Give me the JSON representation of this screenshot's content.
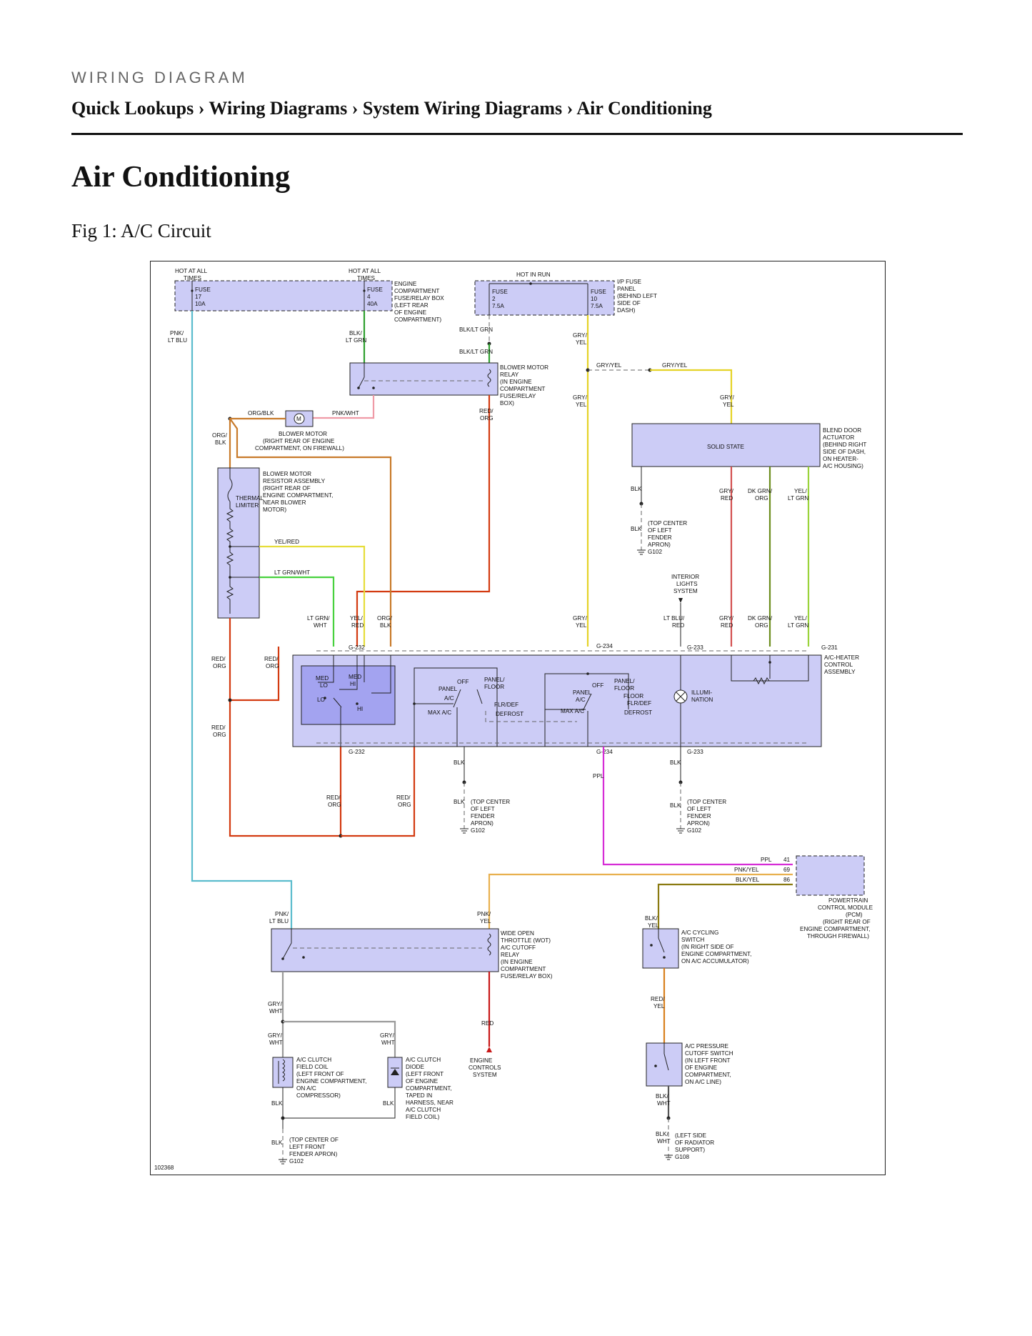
{
  "header": {
    "label": "WIRING DIAGRAM",
    "breadcrumb": "Quick Lookups › Wiring Diagrams › System Wiring Diagrams › Air Conditioning"
  },
  "page": {
    "title": "Air Conditioning",
    "figure_caption": "Fig 1: A/C Circuit"
  },
  "diagram": {
    "figure_id": "102368",
    "supply": {
      "hot_at_all_times": "HOT AT ALL",
      "times": "TIMES",
      "hot_in_run": "HOT IN RUN",
      "fuse_word": "FUSE",
      "fuse17": "17",
      "fuse17_rating": "10A",
      "fuse4": "4",
      "fuse4_rating": "40A",
      "fuse2": "2",
      "fuse2_rating": "7.5A",
      "fuse10": "10",
      "fuse10_rating": "7.5A",
      "engine_box": [
        "ENGINE",
        "COMPARTMENT",
        "FUSE/RELAY BOX",
        "(LEFT REAR",
        "OF ENGINE",
        "COMPARTMENT)"
      ],
      "ip_panel": [
        "I/P FUSE",
        "PANEL",
        "(BEHIND LEFT",
        "SIDE OF",
        "DASH)"
      ]
    },
    "wires": {
      "pnk_ltblu": [
        "PNK/",
        "LT BLU"
      ],
      "blk_ltgrn": [
        "BLK/",
        "LT GRN"
      ],
      "blk_ltgrn_inline": "BLK/LT GRN",
      "gry_yel": [
        "GRY/",
        "YEL"
      ],
      "gry_yel_inline": "GRY/YEL",
      "red_org": [
        "RED/",
        "ORG"
      ],
      "org_blk_inline": "ORG/BLK",
      "org_blk": [
        "ORG/",
        "BLK"
      ],
      "pnk_wht_inline": "PNK/WHT",
      "yel_red_inline": "YEL/RED",
      "yel_red": [
        "YEL/",
        "RED"
      ],
      "ltgrn_wht_inline": "LT GRN/WHT",
      "ltgrn_wht": [
        "LT GRN/",
        "WHT"
      ],
      "blk": "BLK",
      "gry_red": [
        "GRY/",
        "RED"
      ],
      "dkgrn_org": [
        "DK GRN/",
        "ORG"
      ],
      "yel_ltgrn": [
        "YEL/",
        "LT GRN"
      ],
      "ltblu_red": [
        "LT BLU/",
        "RED"
      ],
      "ppl": "PPL",
      "pnk_yel": [
        "PNK/",
        "YEL"
      ],
      "pnk_yel_inline": "PNK/YEL",
      "blk_yel": [
        "BLK/",
        "YEL"
      ],
      "blk_yel_inline": "BLK/YEL",
      "gry_wht": [
        "GRY/",
        "WHT"
      ],
      "red": "RED",
      "red_yel": [
        "RED/",
        "YEL"
      ],
      "blk_wht": [
        "BLK/",
        "WHT"
      ]
    },
    "components": {
      "blower_relay": [
        "BLOWER MOTOR",
        "RELAY",
        "(IN ENGINE",
        "COMPARTMENT",
        "FUSE/RELAY",
        "BOX)"
      ],
      "blower_motor": [
        "BLOWER MOTOR",
        "(RIGHT REAR OF ENGINE",
        "COMPARTMENT, ON FIREWALL)"
      ],
      "motor_symbol": "M",
      "resistor": [
        "BLOWER MOTOR",
        "RESISTOR ASSEMBLY",
        "(RIGHT REAR OF",
        "ENGINE COMPARTMENT,",
        "NEAR BLOWER",
        "MOTOR)"
      ],
      "thermal_limiter": [
        "THERMAL",
        "LIMITER"
      ],
      "blend_door": [
        "BLEND DOOR",
        "ACTUATOR",
        "(BEHIND RIGHT",
        "SIDE OF DASH,",
        "ON HEATER-",
        "A/C HOUSING)"
      ],
      "solid_state": "SOLID STATE",
      "ground_g102": [
        "(TOP CENTER",
        "OF LEFT",
        "FENDER",
        "APRON)",
        "G102"
      ],
      "interior_lights": [
        "INTERIOR",
        "LIGHTS",
        "SYSTEM"
      ],
      "control_assembly": [
        "A/C-HEATER",
        "CONTROL",
        "ASSEMBLY"
      ],
      "blower_switch": {
        "med_lo": [
          "MED",
          "LO"
        ],
        "med_hi": [
          "MED",
          "HI"
        ],
        "lo": "LO",
        "hi": "HI"
      },
      "mode_switch": {
        "panel": "PANEL",
        "off": "OFF",
        "panel_floor": [
          "PANEL/",
          "FLOOR"
        ],
        "ac": "A/C",
        "flr_def": "FLR/DEF",
        "max_ac": "MAX A/C",
        "defrost": "DEFROST",
        "floor": "FLOOR"
      },
      "illumination": [
        "ILLUMI-",
        "NATION"
      ],
      "connectors": {
        "g232": "G-232",
        "g234": "G-234",
        "g233": "G-233",
        "g231": "G-231"
      },
      "pcm_pins": {
        "p41": "41",
        "p69": "69",
        "p86": "86"
      },
      "pcm": [
        "POWERTRAIN",
        "CONTROL MODULE",
        "(PCM)",
        "(RIGHT REAR OF",
        "ENGINE COMPARTMENT,",
        "THROUGH FIREWALL)"
      ],
      "wot_relay": [
        "WIDE OPEN",
        "THROTTLE (WOT)",
        "A/C CUTOFF",
        "RELAY",
        "(IN ENGINE",
        "COMPARTMENT",
        "FUSE/RELAY BOX)"
      ],
      "cycling_switch": [
        "A/C CYCLING",
        "SWITCH",
        "(IN RIGHT SIDE OF",
        "ENGINE COMPARTMENT,",
        "ON A/C ACCUMULATOR)"
      ],
      "pressure_switch": [
        "A/C PRESSURE",
        "CUTOFF SWITCH",
        "(IN LEFT FRONT",
        "OF ENGINE",
        "COMPARTMENT,",
        "ON A/C LINE)"
      ],
      "clutch_coil": [
        "A/C CLUTCH",
        "FIELD COIL",
        "(LEFT FRONT OF",
        "ENGINE COMPARTMENT,",
        "ON A/C",
        "COMPRESSOR)"
      ],
      "clutch_diode": [
        "A/C CLUTCH",
        "DIODE",
        "(LEFT FRONT",
        "OF ENGINE",
        "COMPARTMENT,",
        "TAPED IN",
        "HARNESS, NEAR",
        "A/C CLUTCH",
        "FIELD COIL)"
      ],
      "engine_controls": [
        "ENGINE",
        "CONTROLS",
        "SYSTEM"
      ],
      "ground_left_front": [
        "(TOP CENTER OF",
        "LEFT FRONT",
        "FENDER APRON)",
        "G102"
      ],
      "ground_g108": [
        "(LEFT SIDE",
        "OF RADIATOR",
        "SUPPORT)",
        "G108"
      ]
    },
    "colors": {
      "component_fill": "#ccccf6",
      "switch_fill": "#a3a3f0",
      "pnk_ltblu": "#5bbccd",
      "blk_ltgrn": "#2fa02f",
      "gry_yel": "#e5d327",
      "red_org": "#d33a10",
      "org_blk": "#c87a2a",
      "pnk_wht": "#ef9aa6",
      "yel_red": "#e6dd3a",
      "ltgrn_wht": "#48d13e",
      "gry_red": "#d35050",
      "dkgrn_org": "#6d8e1e",
      "yel_ltgrn": "#9ad33a",
      "ppl": "#d62cd6",
      "pnk_yel": "#e8b04e",
      "blk_yel": "#8a7a10",
      "gry_wht": "#9a9a9a",
      "red": "#c81818",
      "red_yel": "#d9801e",
      "blk_wht": "#555555"
    }
  }
}
